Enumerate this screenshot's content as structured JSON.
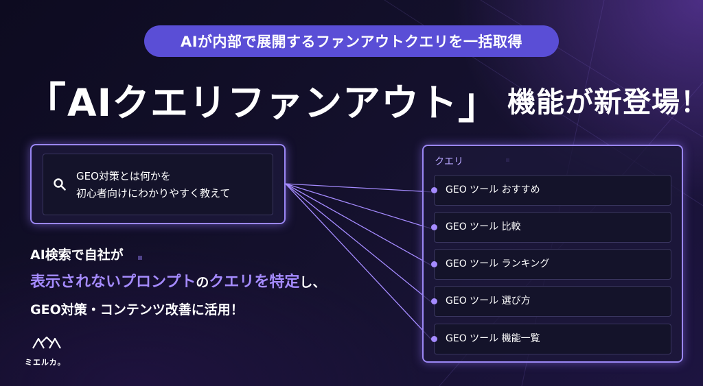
{
  "banner": {
    "pill_text": "AIが内部で展開するファンアウトクエリを一括取得",
    "headline_open": "「",
    "headline_main": "AIクエリファンアウト",
    "headline_close": "」",
    "headline_sub": "機能が新登場！"
  },
  "search": {
    "icon": "search-icon",
    "line1": "GEO対策とは何かを",
    "line2": "初心者向けにわかりやすく教えて"
  },
  "body": {
    "line1": "AI検索で自社が",
    "line2_highlight": "表示されないプロンプト",
    "line2_mid": "の",
    "line2_highlight2": "クエリを特定",
    "line2_end": "し、",
    "line3": "GEO対策・コンテンツ改善に活用！"
  },
  "queries": {
    "label": "クエリ",
    "items": [
      "GEO ツール おすすめ",
      "GEO ツール 比較",
      "GEO ツール ランキング",
      "GEO ツール 選び方",
      "GEO ツール 機能一覧"
    ]
  },
  "logo": {
    "text": "ミエルカ。",
    "icon": "mieruca-logo-icon"
  },
  "colors": {
    "accent": "#5a4ed6",
    "highlight": "#a58bff",
    "border": "#9b87f5"
  }
}
